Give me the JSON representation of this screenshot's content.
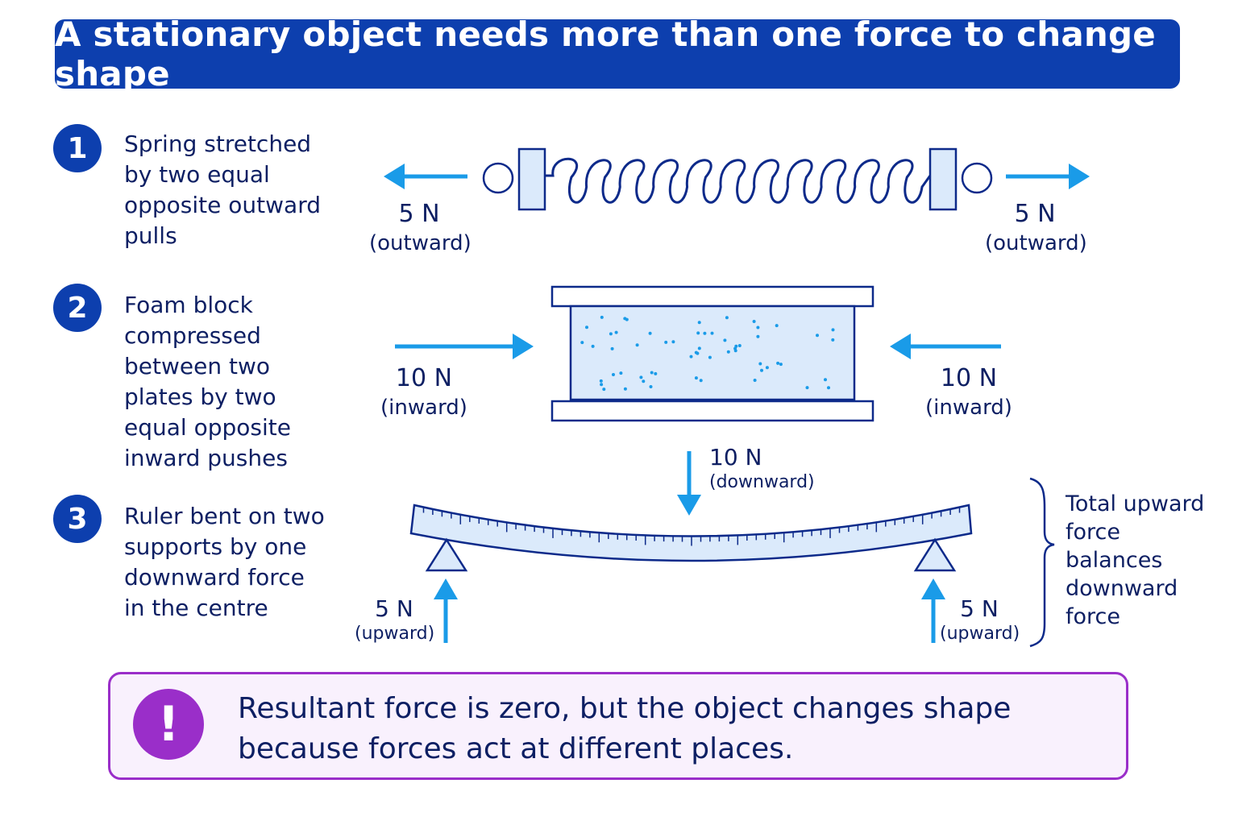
{
  "title": "A stationary object needs more than one force to change shape",
  "steps": [
    {
      "number": "1",
      "text": "Spring stretched by two equal opposite outward pulls"
    },
    {
      "number": "2",
      "text": "Foam block compressed between two plates by two equal opposite inward pushes"
    },
    {
      "number": "3",
      "text": "Ruler bent on two supports by one downward force in the centre"
    }
  ],
  "spring": {
    "left_force": {
      "value": "5 N",
      "direction": "(outward)"
    },
    "right_force": {
      "value": "5 N",
      "direction": "(outward)"
    }
  },
  "foam": {
    "left_force": {
      "value": "10 N",
      "direction": "(inward)"
    },
    "right_force": {
      "value": "10 N",
      "direction": "(inward)"
    }
  },
  "ruler": {
    "down_force": {
      "value": "10 N",
      "direction": "(downward)"
    },
    "left_support": {
      "value": "5 N",
      "direction": "(upward)"
    },
    "right_support": {
      "value": "5 N",
      "direction": "(upward)"
    },
    "note": "Total upward force balances downward force"
  },
  "callout": {
    "icon": "exclamation-icon",
    "text": "Resultant force is zero, but the object changes shape because forces act at different places."
  },
  "colors": {
    "header": "#0d3fae",
    "arrow": "#1a9be8",
    "outline": "#0d2a8a",
    "fill": "#dbeafb",
    "callout_border": "#9a2ec9",
    "callout_bg": "#f9f1fd"
  }
}
